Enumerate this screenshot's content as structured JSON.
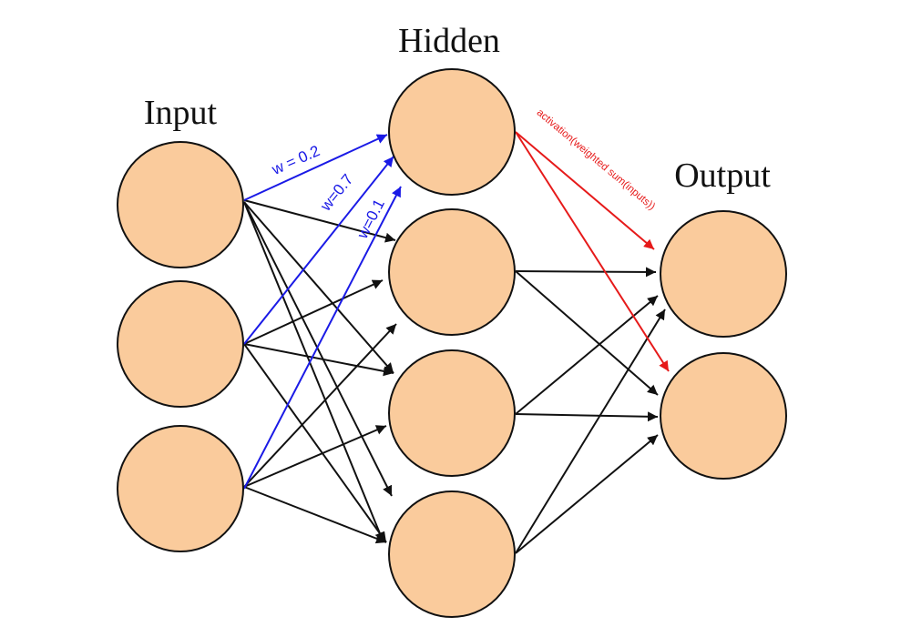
{
  "layers": {
    "input": {
      "label": "Input",
      "count": 3
    },
    "hidden": {
      "label": "Hidden",
      "count": 4
    },
    "output": {
      "label": "Output",
      "count": 2
    }
  },
  "weights": [
    {
      "text": "w = 0.2",
      "from": "input-1",
      "to": "hidden-1"
    },
    {
      "text": "w=0.7",
      "from": "input-2",
      "to": "hidden-1"
    },
    {
      "text": "w=0.1",
      "from": "input-3",
      "to": "hidden-1"
    }
  ],
  "annotation": {
    "text": "activation(weighted sum(inputs))",
    "from": "hidden-1"
  },
  "colors": {
    "node_fill": "#FACB9C",
    "node_stroke": "#111111",
    "edge_default": "#111111",
    "edge_weight": "#1A1AE6",
    "edge_activation": "#E61A1A",
    "background": "#FFFFFF"
  }
}
